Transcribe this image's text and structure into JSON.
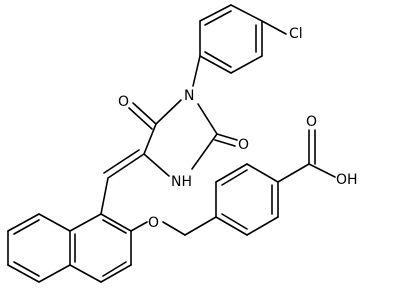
{
  "molecule": {
    "atom_labels": {
      "chloro": "Cl",
      "carbonyl_o_top": "O",
      "n_imide": "N",
      "carbonyl_o_right": "O",
      "nh": "NH",
      "ether_o": "O",
      "acid_o_double": "O",
      "acid_oh": "OH"
    },
    "colors": {
      "bond": "#000000",
      "background": "#ffffff"
    }
  }
}
